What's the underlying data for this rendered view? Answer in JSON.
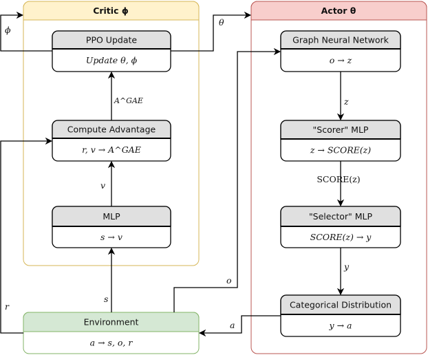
{
  "colors": {
    "critic_fill": "#fff2cc",
    "critic_stroke": "#d6b656",
    "actor_fill": "#f8cecc",
    "actor_stroke": "#b85450",
    "env_fill": "#d5e8d4",
    "env_stroke": "#82b366",
    "node_header": "#e0e0e0"
  },
  "critic": {
    "title": "Critic ϕ",
    "ppo": {
      "title": "PPO Update",
      "body": "Update θ, ϕ"
    },
    "advantage": {
      "title": "Compute Advantage",
      "body": "r, v → A^GAE"
    },
    "mlp": {
      "title": "MLP",
      "body": "s → v"
    }
  },
  "actor": {
    "title": "Actor θ",
    "gnn": {
      "title": "Graph Neural Network",
      "body": "o → z"
    },
    "scorer": {
      "title": "\"Scorer\" MLP",
      "body": "z → SCORE(z)"
    },
    "selector": {
      "title": "\"Selector\" MLP",
      "body": "SCORE(z) → y"
    },
    "categorical": {
      "title": "Categorical Distribution",
      "body": "y → a"
    }
  },
  "environment": {
    "title": "Environment",
    "body": "a → s, o, r"
  },
  "edges": {
    "phi": "ϕ",
    "theta": "θ",
    "agae": "A^GAE",
    "v": "v",
    "s": "s",
    "o": "o",
    "r": "r",
    "a": "a",
    "z": "z",
    "score": "SCORE(z)",
    "y": "y"
  }
}
